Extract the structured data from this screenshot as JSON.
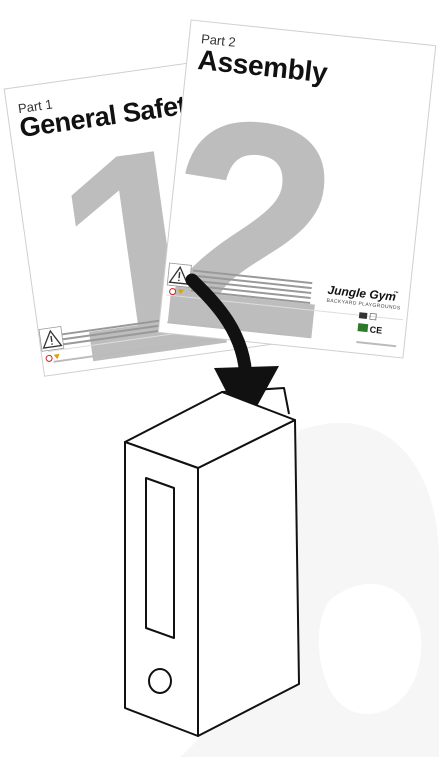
{
  "manuals": {
    "part1": {
      "part_label": "Part 1",
      "title": "General Safety",
      "number": "1"
    },
    "part2": {
      "part_label": "Part 2",
      "title": "Assembly",
      "number": "2",
      "brand": "Jungle Gym",
      "brand_tm": "™",
      "brand_tagline": "BACKYARD PLAYGROUNDS",
      "ce_mark": "CE"
    }
  },
  "colors": {
    "page_background": "#ffffff",
    "big_number_gray": "#bdbdbd",
    "outline": "#111111",
    "watermark": "#f4f4f4"
  },
  "icons": {
    "warning": "warning-triangle-icon",
    "arrow": "curved-arrow-icon",
    "binder": "ring-binder-icon"
  }
}
